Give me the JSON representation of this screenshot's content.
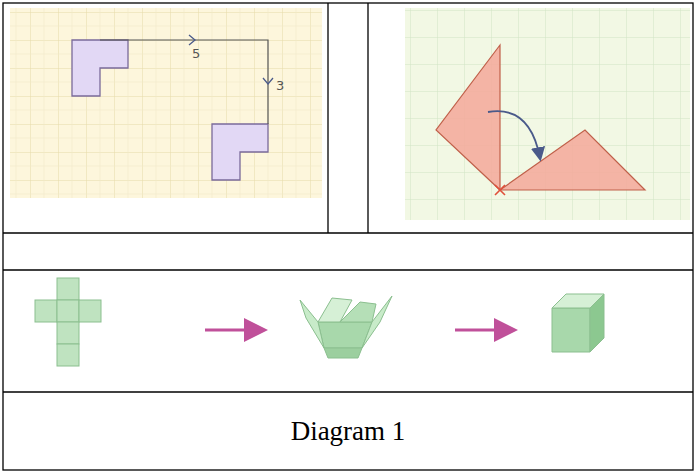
{
  "diagram": {
    "caption": "Diagram 1",
    "labels": [
      "5",
      "3"
    ]
  }
}
